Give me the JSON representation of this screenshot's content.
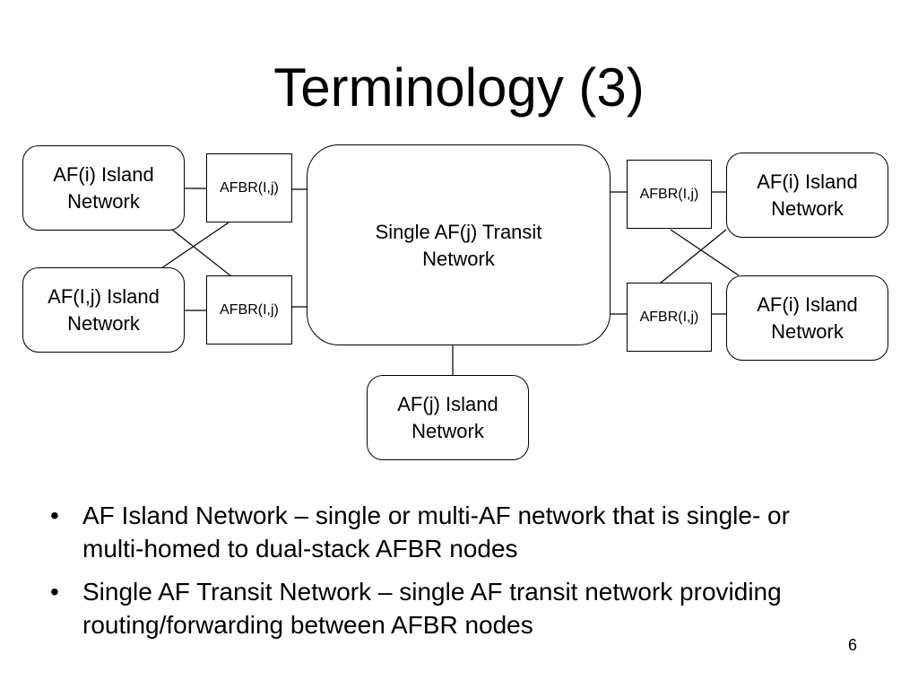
{
  "slide": {
    "title": "Terminology (3)",
    "page_number": "6"
  },
  "diagram": {
    "transit": {
      "label": "Single AF(j) Transit\nNetwork"
    },
    "islands": [
      {
        "id": "left-top",
        "label": "AF(i) Island\nNetwork"
      },
      {
        "id": "left-bottom",
        "label": "AF(I,j) Island\nNetwork"
      },
      {
        "id": "right-top",
        "label": "AF(i) Island\nNetwork"
      },
      {
        "id": "right-bottom",
        "label": "AF(i) Island\nNetwork"
      },
      {
        "id": "bottom",
        "label": "AF(j) Island\nNetwork"
      }
    ],
    "routers": [
      {
        "id": "left-top",
        "label": "AFBR(I,j)"
      },
      {
        "id": "left-bottom",
        "label": "AFBR(I,j)"
      },
      {
        "id": "right-top",
        "label": "AFBR(I,j)"
      },
      {
        "id": "right-bottom",
        "label": "AFBR(I,j)"
      }
    ]
  },
  "bullets": [
    {
      "marker": "•",
      "text": "AF Island Network – single or multi-AF network that is single- or multi-homed to dual-stack AFBR nodes"
    },
    {
      "marker": "•",
      "text": "Single AF Transit Network – single AF transit network providing routing/forwarding between AFBR nodes"
    }
  ]
}
